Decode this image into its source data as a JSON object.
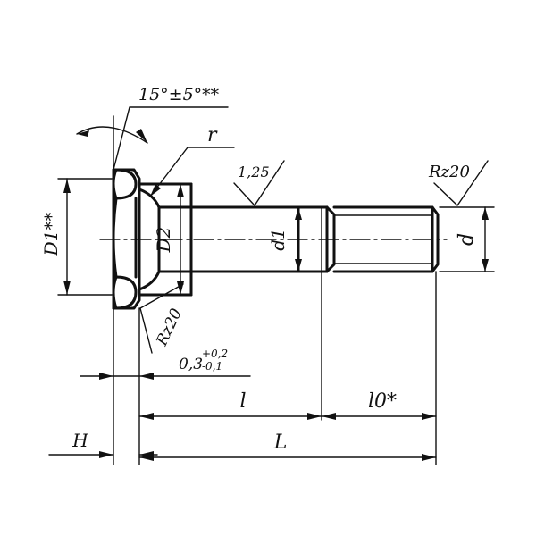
{
  "drawing": {
    "labels": {
      "angle": "15°±5°**",
      "radius": "r",
      "roughness_shank": "1,25",
      "roughness_thread": "Rz20",
      "roughness_face": "Rz20",
      "head_dia": "D1**",
      "collar_dia": "D2",
      "shank_dia": "d1",
      "thread_dia": "d",
      "tolerance_base": "0,3",
      "tolerance_upper": "+0,2",
      "tolerance_lower": "-0,1",
      "length_l": "l",
      "length_l0": "l0*",
      "length_L": "L",
      "height_H": "H"
    }
  }
}
